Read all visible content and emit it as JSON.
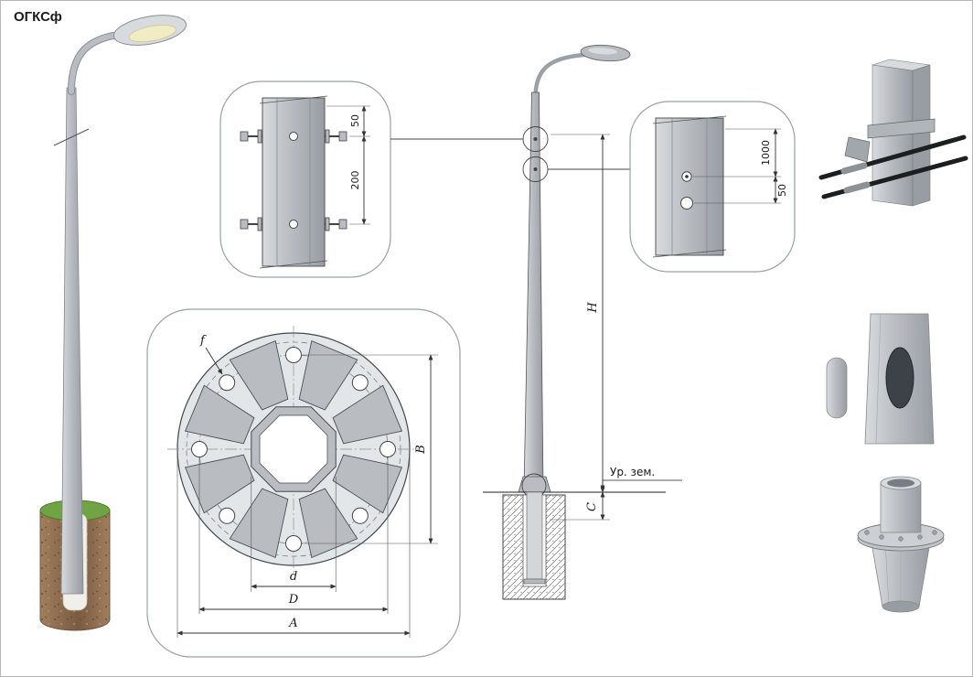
{
  "title": "ОГКСф",
  "mount_detail": {
    "dim_offset": "50",
    "dim_spacing": "200"
  },
  "holes_detail": {
    "dim_height": "1000",
    "dim_offset": "50"
  },
  "elevation": {
    "dim_height": "H",
    "dim_embed": "C",
    "ground_level": "Ур. зем."
  },
  "flange": {
    "dim_hole": "f",
    "dim_bolt_span": "B",
    "dim_inner": "d",
    "dim_bolt_circle": "D",
    "dim_outer": "A"
  },
  "colors": {
    "pole_light": "#d8dbde",
    "pole_mid": "#b9bdc2",
    "pole_dark": "#989da3",
    "outline": "#4c5156",
    "foundation_light": "#a07f5d",
    "foundation_dark": "#7a5b41",
    "grass_green": "#6fa343",
    "cable_black": "#1d1e20",
    "lens_yellow": "#f1ecc3"
  }
}
